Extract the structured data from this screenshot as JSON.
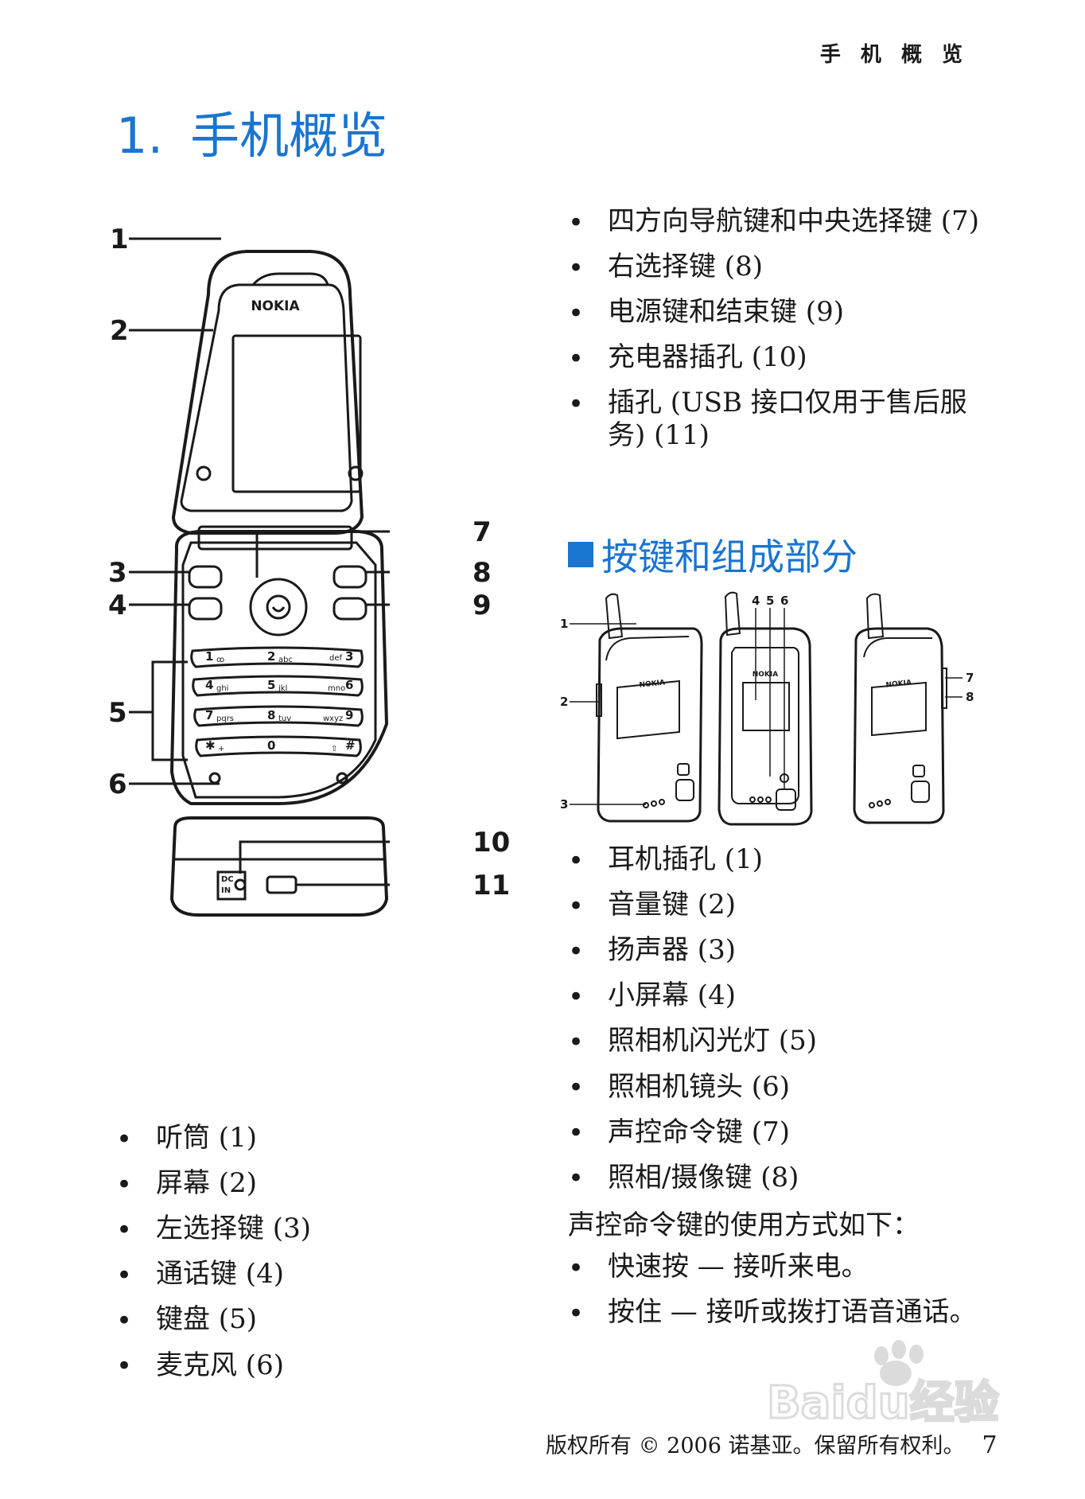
{
  "running_head": "手 机 概 览",
  "chapter": {
    "number": "1.",
    "title": "手机概览"
  },
  "list_top_right": [
    "四方向导航键和中央选择键 (7)",
    "右选择键 (8)",
    "电源键和结束键 (9)",
    "充电器插孔 (10)",
    "插孔 (USB 接口仅用于售后服务) (11)"
  ],
  "section_heading": "按键和组成部分",
  "list_left_bottom": [
    "听筒 (1)",
    "屏幕 (2)",
    "左选择键 (3)",
    "通话键 (4)",
    "键盘 (5)",
    "麦克风 (6)"
  ],
  "list_right_bottom": [
    "耳机插孔 (1)",
    "音量键 (2)",
    "扬声器 (3)",
    "小屏幕 (4)",
    "照相机闪光灯 (5)",
    "照相机镜头 (6)",
    "声控命令键 (7)",
    "照相/摄像键 (8)"
  ],
  "usage_intro": "声控命令键的使用方式如下：",
  "list_usage": [
    "快速按 — 接听来电。",
    "按住 — 接听或拨打语音通话。"
  ],
  "footer": {
    "text": "版权所有 © 2006 诺基亚。保留所有权利。",
    "page": "7"
  },
  "figure_main": {
    "brand": "NOKIA",
    "callouts": [
      "1",
      "2",
      "3",
      "4",
      "5",
      "6",
      "7",
      "8",
      "9",
      "10",
      "11"
    ],
    "keys": [
      {
        "digit": "1",
        "letters": "ꝏ"
      },
      {
        "digit": "2",
        "letters": "abc"
      },
      {
        "digit": "3",
        "letters": "def"
      },
      {
        "digit": "4",
        "letters": "ghi"
      },
      {
        "digit": "5",
        "letters": "jkl"
      },
      {
        "digit": "6",
        "letters": "mno"
      },
      {
        "digit": "7",
        "letters": "pqrs"
      },
      {
        "digit": "8",
        "letters": "tuv"
      },
      {
        "digit": "9",
        "letters": "wxyz"
      },
      {
        "digit": "✱",
        "letters": "+"
      },
      {
        "digit": "0",
        "letters": "⎵"
      },
      {
        "digit": "#",
        "letters": "⇧"
      }
    ],
    "port_label_1": "DC",
    "port_label_2": "IN"
  },
  "figure_small": {
    "brand": "NOKIA",
    "callouts": [
      "1",
      "2",
      "3",
      "4",
      "5",
      "6",
      "7",
      "8"
    ]
  },
  "watermark": "Baidu经验"
}
